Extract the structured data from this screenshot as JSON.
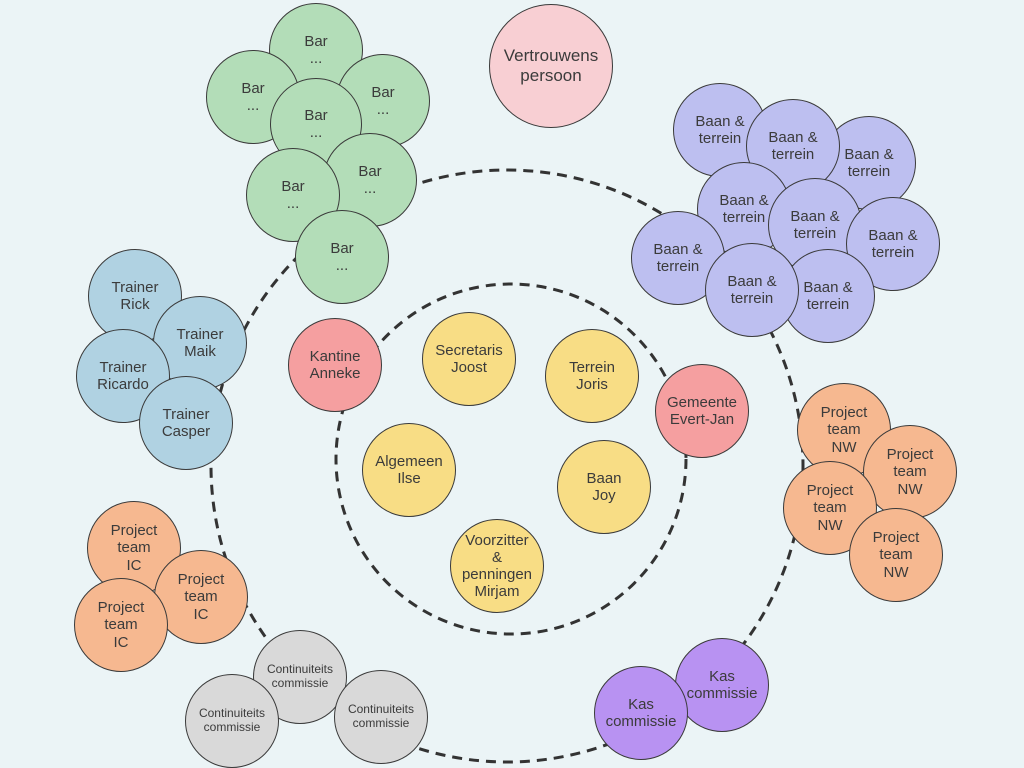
{
  "palette": {
    "green": "#b3ddb8",
    "blue": "#b0d2e2",
    "red": "#f59fa0",
    "pink": "#f8cfd3",
    "yellow": "#f8dd85",
    "lavender": "#bdbff0",
    "orange": "#f6b890",
    "gray": "#d9d9d9",
    "purple": "#b892f2"
  },
  "nodes": [
    {
      "id": "vertrouwenspersoon",
      "label": "Vertrouwens\npersoon",
      "color": "pink"
    },
    {
      "id": "bar-1",
      "label": "Bar\n...",
      "color": "green"
    },
    {
      "id": "bar-2",
      "label": "Bar\n...",
      "color": "green"
    },
    {
      "id": "bar-3",
      "label": "Bar\n...",
      "color": "green"
    },
    {
      "id": "bar-4",
      "label": "Bar\n...",
      "color": "green"
    },
    {
      "id": "bar-5",
      "label": "Bar\n...",
      "color": "green"
    },
    {
      "id": "bar-6",
      "label": "Bar\n...",
      "color": "green"
    },
    {
      "id": "bar-7",
      "label": "Bar\n...",
      "color": "green"
    },
    {
      "id": "baan-terrein-1",
      "label": "Baan &\nterrein",
      "color": "lavender"
    },
    {
      "id": "baan-terrein-2",
      "label": "Baan &\nterrein",
      "color": "lavender"
    },
    {
      "id": "baan-terrein-3",
      "label": "Baan &\nterrein",
      "color": "lavender"
    },
    {
      "id": "baan-terrein-4",
      "label": "Baan &\nterrein",
      "color": "lavender"
    },
    {
      "id": "baan-terrein-5",
      "label": "Baan &\nterrein",
      "color": "lavender"
    },
    {
      "id": "baan-terrein-6",
      "label": "Baan &\nterrein",
      "color": "lavender"
    },
    {
      "id": "baan-terrein-7",
      "label": "Baan &\nterrein",
      "color": "lavender"
    },
    {
      "id": "baan-terrein-8",
      "label": "Baan &\nterrein",
      "color": "lavender"
    },
    {
      "id": "baan-terrein-9",
      "label": "Baan &\nterrein",
      "color": "lavender"
    },
    {
      "id": "trainer-rick",
      "label": "Trainer\nRick",
      "color": "blue"
    },
    {
      "id": "trainer-maik",
      "label": "Trainer\nMaik",
      "color": "blue"
    },
    {
      "id": "trainer-ricardo",
      "label": "Trainer\nRicardo",
      "color": "blue"
    },
    {
      "id": "trainer-casper",
      "label": "Trainer\nCasper",
      "color": "blue"
    },
    {
      "id": "kantine-anneke",
      "label": "Kantine\nAnneke",
      "color": "red"
    },
    {
      "id": "secretaris-joost",
      "label": "Secretaris\nJoost",
      "color": "yellow"
    },
    {
      "id": "terrein-joris",
      "label": "Terrein\nJoris",
      "color": "yellow"
    },
    {
      "id": "gemeente-evert-jan",
      "label": "Gemeente\nEvert-Jan",
      "color": "red"
    },
    {
      "id": "algemeen-ilse",
      "label": "Algemeen\nIlse",
      "color": "yellow"
    },
    {
      "id": "baan-joy",
      "label": "Baan\nJoy",
      "color": "yellow"
    },
    {
      "id": "voorzitter-mirjam",
      "label": "Voorzitter\n&\npenningen\nMirjam",
      "color": "yellow"
    },
    {
      "id": "project-team-nw-1",
      "label": "Project\nteam\nNW",
      "color": "orange"
    },
    {
      "id": "project-team-nw-2",
      "label": "Project\nteam\nNW",
      "color": "orange"
    },
    {
      "id": "project-team-nw-3",
      "label": "Project\nteam\nNW",
      "color": "orange"
    },
    {
      "id": "project-team-nw-4",
      "label": "Project\nteam\nNW",
      "color": "orange"
    },
    {
      "id": "project-team-ic-1",
      "label": "Project\nteam\nIC",
      "color": "orange"
    },
    {
      "id": "project-team-ic-2",
      "label": "Project\nteam\nIC",
      "color": "orange"
    },
    {
      "id": "project-team-ic-3",
      "label": "Project\nteam\nIC",
      "color": "orange"
    },
    {
      "id": "continuiteitscommissie-1",
      "label": "Continuiteits\ncommissie",
      "color": "gray"
    },
    {
      "id": "continuiteitscommissie-2",
      "label": "Continuiteits\ncommissie",
      "color": "gray"
    },
    {
      "id": "continuiteitscommissie-3",
      "label": "Continuiteits\ncommissie",
      "color": "gray"
    },
    {
      "id": "kascommissie-1",
      "label": "Kas\ncommissie",
      "color": "purple"
    },
    {
      "id": "kascommissie-2",
      "label": "Kas\ncommissie",
      "color": "purple"
    }
  ]
}
